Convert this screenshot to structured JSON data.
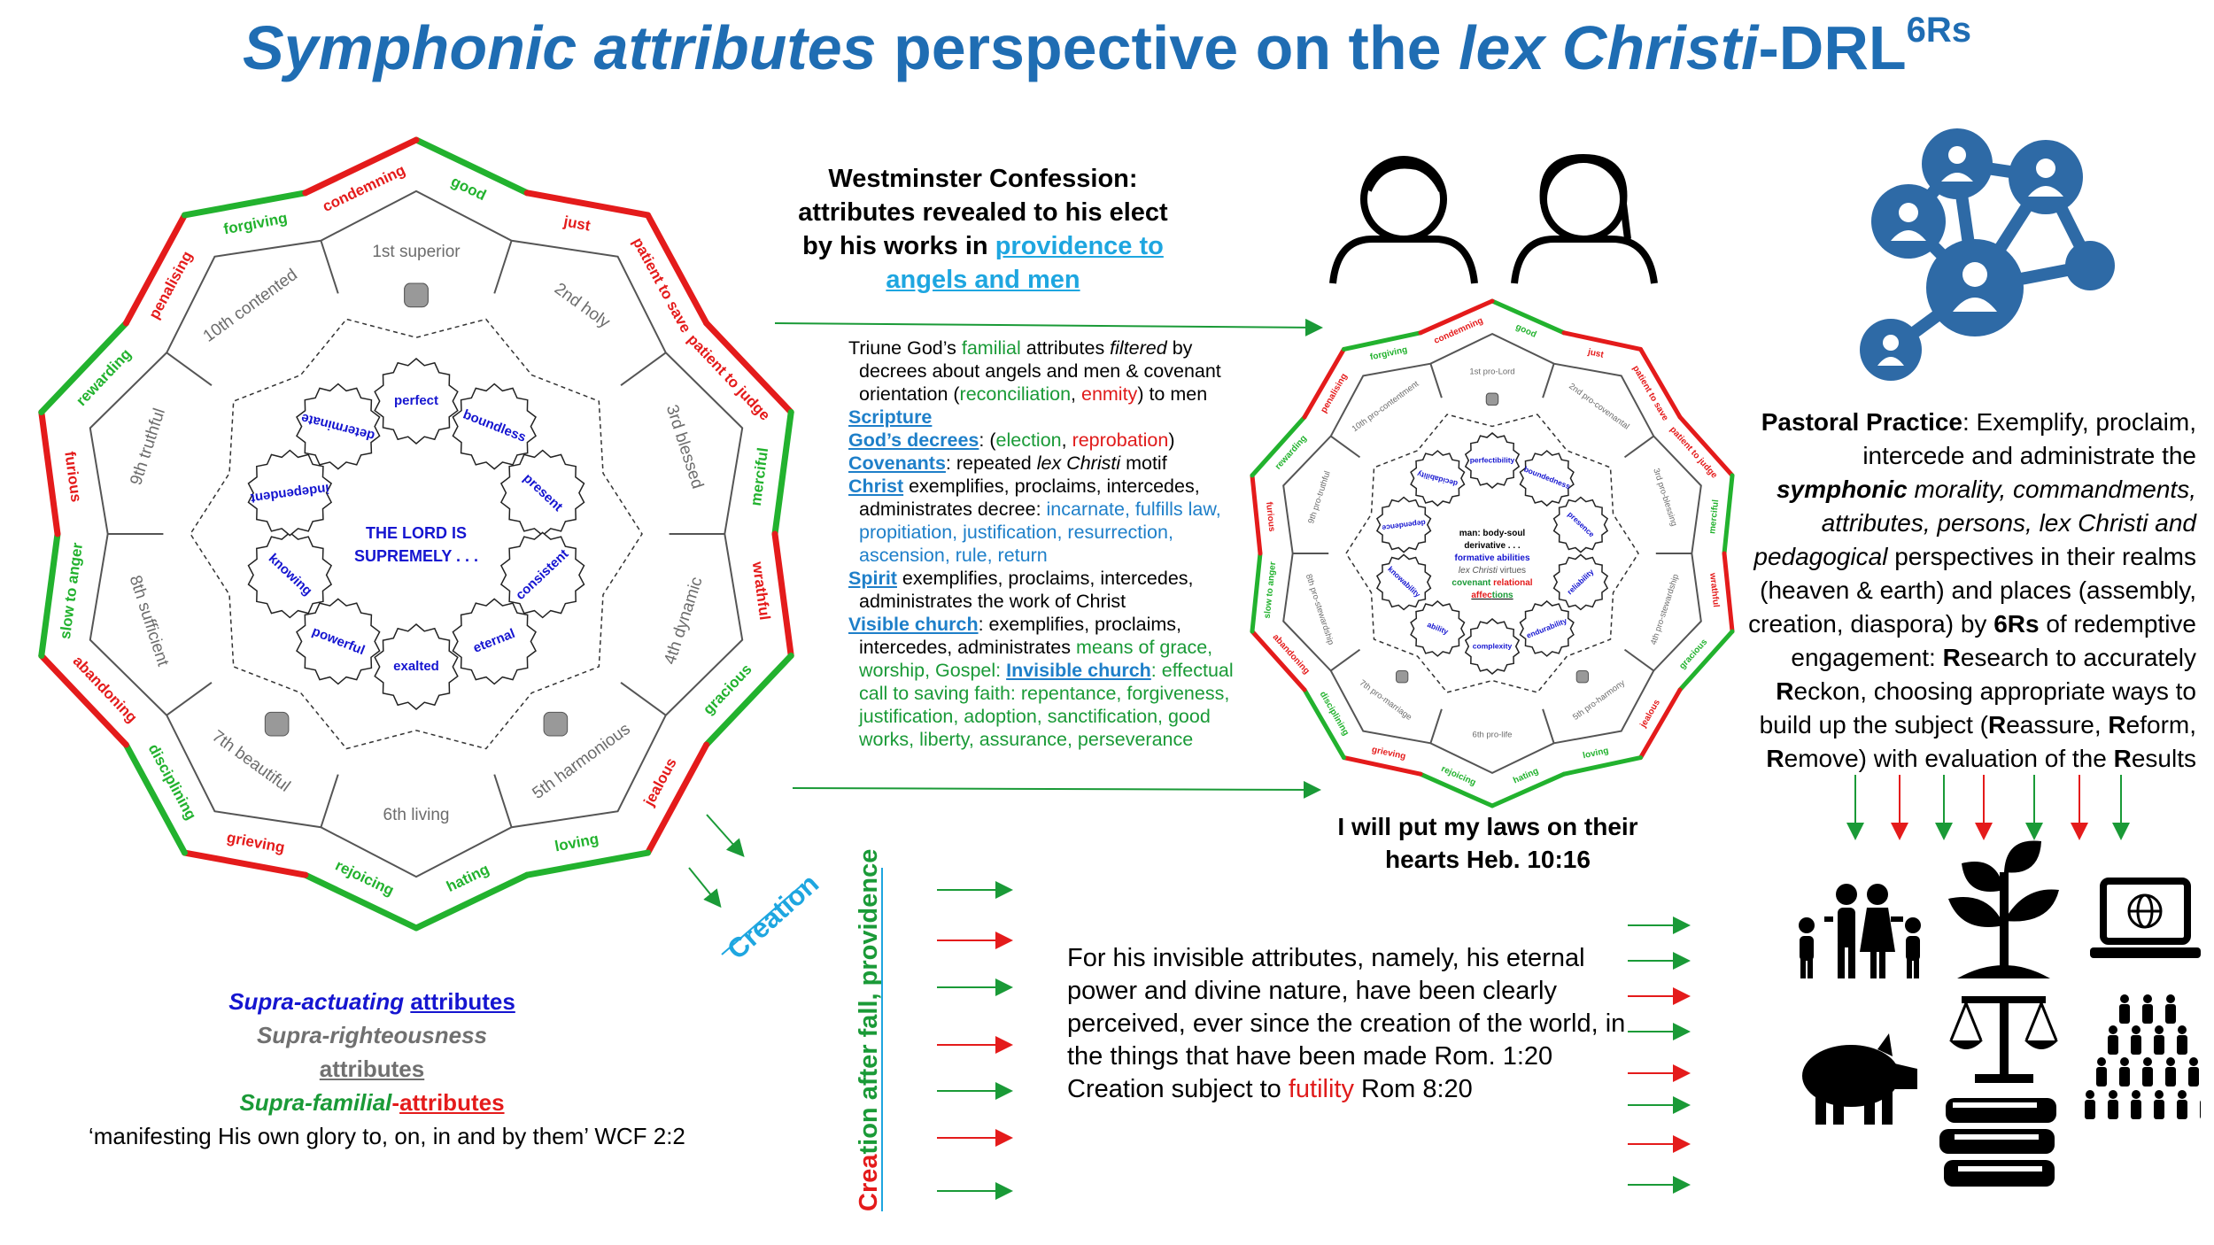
{
  "title": {
    "part1": "Symphonic attributes",
    "part2": " perspective on the ",
    "part3": "lex Christi",
    "part4": "-DRL",
    "sup": "6Rs"
  },
  "left_wheel": {
    "center_line1": "THE LORD IS",
    "center_line2": "SUPREMELY . . .",
    "segments": [
      "1st superior",
      "2nd holy",
      "3rd blessed",
      "4th dynamic",
      "5th harmonious",
      "6th living",
      "7th beautiful",
      "8th sufficient",
      "9th truthful",
      "10th contented"
    ],
    "inner_attributes": [
      "perfect",
      "boundless",
      "present",
      "consistent",
      "eternal",
      "exalted",
      "powerful",
      "knowing",
      "independent",
      "determinate"
    ],
    "outer_labels": [
      "good",
      "just",
      "patient to save",
      "patient to judge",
      "merciful",
      "wrathful",
      "gracious",
      "jealous",
      "loving",
      "hating",
      "rejoicing",
      "grieving",
      "disciplining",
      "abandoning",
      "slow to anger",
      "furious",
      "rewarding",
      "penalising",
      "forgiving",
      "condemning"
    ],
    "colors": {
      "green": "#22b22e",
      "red": "#e41b1b",
      "blue": "#1515d0",
      "gray": "#6c6c6c"
    }
  },
  "legend": {
    "actuating_italic": "Supra-actuating",
    "actuating_word": "attributes",
    "righteous_italic": "Supra-righteousness",
    "righteous_word": "attributes",
    "familial_italic": "Supra-familial",
    "familial_dash": "-",
    "familial_word": "attributes"
  },
  "wcf_quote": "‘manifesting His own glory to, on, in and by them’ WCF 2:2",
  "westminster": {
    "line1": "Westminster Confession:",
    "line2": "attributes revealed to his elect",
    "line3": "by his works in",
    "link1": "providence to",
    "link2": "angels and men"
  },
  "triune": {
    "l1a": "Triune God’s ",
    "l1b": "familial",
    "l1c": " attributes ",
    "l1d": "filtered",
    "l1e": " by",
    "l2": "decrees about angels and men & covenant",
    "l3a": "orientation (",
    "l3b": "reconciliation",
    "l3c": ", ",
    "l3d": "enmity",
    "l3e": ") to men",
    "scripture": "Scripture",
    "decrees_head": "God’s decrees",
    "decrees_a": ": (",
    "decrees_b": "election",
    "decrees_c": ", ",
    "decrees_d": "reprobation",
    "decrees_e": ")",
    "covenants_head": "Covenants",
    "covenants_a": ": repeated ",
    "covenants_b": "lex Christi",
    "covenants_c": " motif",
    "christ_head": "Christ",
    "christ_1": " exemplifies, proclaims, intercedes,",
    "christ_2a": "administrates decree: ",
    "christ_2b": "incarnate, fulfills law,",
    "christ_3": "propitiation, justification, resurrection,",
    "christ_4": "ascension, rule, return",
    "spirit_head": "Spirit",
    "spirit_1": " exemplifies, proclaims, intercedes,",
    "spirit_2": "administrates the work of Christ",
    "visible_head": "Visible church",
    "visible_1": ": exemplifies, proclaims,",
    "visible_2a": "intercedes, administrates ",
    "visible_2b": "means of grace,",
    "visible_3a": "worship, Gospel: ",
    "visible_3b": "Invisible church",
    "visible_3c": ": effectual",
    "visible_4": "call to saving faith: repentance, forgiveness,",
    "visible_5": "justification, adoption, sanctification, good",
    "visible_6": "works, liberty, assurance, perseverance"
  },
  "creation_label": "Creation",
  "vertical_label": {
    "a": "Crea",
    "b": "tion",
    "c": " after fall, providence"
  },
  "right_wheel": {
    "segments": [
      "1st pro-Lord",
      "2nd pro-covenantal",
      "3rd pro-blessing",
      "4th pro-stewardship",
      "5th pro-harmony",
      "6th pro-life",
      "7th pro-marriage",
      "8th pro-stewardship",
      "9th pro-truthful",
      "10th pro-contentment"
    ],
    "inner": [
      "perfectibility",
      "boundedness",
      "presence",
      "reliability",
      "endurability",
      "complexity",
      "ability",
      "knowability",
      "dependence",
      "decidability"
    ],
    "outer_labels": [
      "good",
      "just",
      "patient to save",
      "patient to judge",
      "merciful",
      "wrathful",
      "gracious",
      "jealous",
      "loving",
      "hating",
      "rejoicing",
      "grieving",
      "disciplining",
      "abandoning",
      "slow to anger",
      "furious",
      "rewarding",
      "penalising",
      "forgiving",
      "condemning"
    ],
    "center1": "man: body-soul",
    "center2": "derivative . . .",
    "center3": "formative abilities",
    "center4a": "lex Christi",
    "center4b": " virtues",
    "center5a": "covenant",
    "center5b": " relational",
    "center6a": "affec",
    "center6b": "tions"
  },
  "heart": {
    "line1": "I will put my laws on their",
    "line2": "hearts Heb. 10:16"
  },
  "romans": {
    "l1": "For his invisible attributes, namely, his eternal",
    "l2": "power and divine nature, have been clearly",
    "l3": "perceived, ever since the creation of the world, in",
    "l4": "the things that have been made Rom. 1:20",
    "l5a": "Creation subject to ",
    "l5b": "futility",
    "l5c": " Rom 8:20"
  },
  "pastoral": {
    "head": "Pastoral Practice",
    "l1": ": Exemplify, proclaim,",
    "l2": "intercede and administrate the",
    "l3a": "symphonic",
    "l3b": " morality, commandments,",
    "l4": "attributes, persons, lex Christi and",
    "l5a": "pedagogical",
    "l5b": " perspectives in their realms",
    "l6": "(heaven & earth) and places (assembly,",
    "l7a": "creation, diaspora) by ",
    "l7b": "6Rs",
    "l7c": " of redemptive",
    "l8a": "engagement: ",
    "l8b": "R",
    "l8c": "esearch to accurately",
    "l9a": "R",
    "l9b": "eckon, choosing appropriate ways to",
    "l10a": "build up the subject (",
    "l10b": "R",
    "l10c": "eassure, ",
    "l10d": "R",
    "l10e": "eform,",
    "l11a": "R",
    "l11b": "emove) with  evaluation of the ",
    "l11c": "R",
    "l11d": "esults"
  },
  "icons": [
    "network-icon",
    "man-icon",
    "woman-icon",
    "family-icon",
    "plant-icon",
    "laptop-globe-icon",
    "pig-icon",
    "scales-icon",
    "crowd-icon",
    "books-icon"
  ]
}
